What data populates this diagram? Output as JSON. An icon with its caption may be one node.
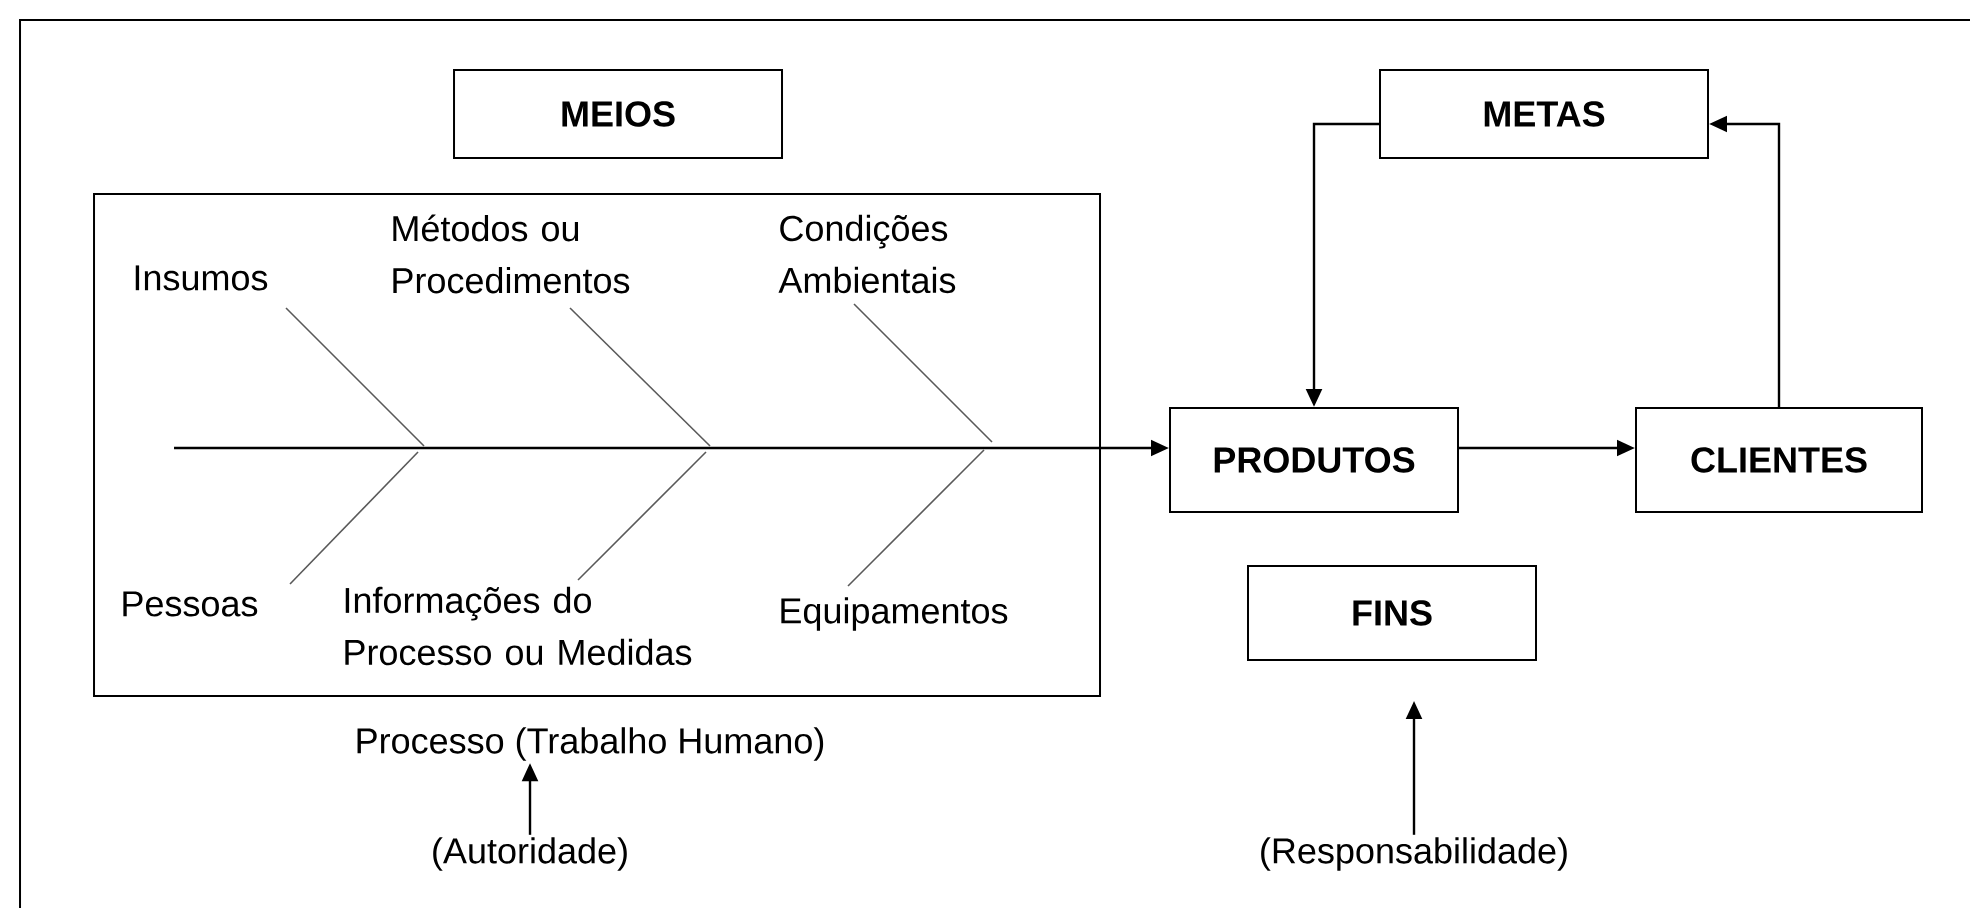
{
  "diagram": {
    "nodes": [
      {
        "text": [
          "MEIOS"
        ]
      },
      {
        "text": [
          "Processo (Trabalho Humano)"
        ]
      },
      {
        "text": [
          "METAS"
        ]
      },
      {
        "text": [
          "PRODUTOS"
        ]
      },
      {
        "text": [
          "CLIENTES"
        ]
      },
      {
        "text": [
          "FINS"
        ]
      },
      {
        "text": [
          "(Autoridade)"
        ]
      },
      {
        "text": [
          "(Responsabilidade)"
        ]
      }
    ],
    "edges": [
      {
        "from": 1,
        "to": 3,
        "arrow": "to"
      },
      {
        "from": 2,
        "to": 3,
        "arrow": "to"
      },
      {
        "from": 3,
        "to": 4,
        "arrow": "to"
      },
      {
        "from": 4,
        "to": 2,
        "arrow": "to"
      },
      {
        "from": 6,
        "to": 1,
        "arrow": "to"
      },
      {
        "from": 7,
        "to": 5,
        "arrow": "to"
      }
    ],
    "labels": [
      "Insumos",
      "Métodos ou Procedimentos",
      "Condições Ambientais",
      "Pessoas",
      "Informações do Processo ou Medidas",
      "Equipamentos"
    ]
  }
}
